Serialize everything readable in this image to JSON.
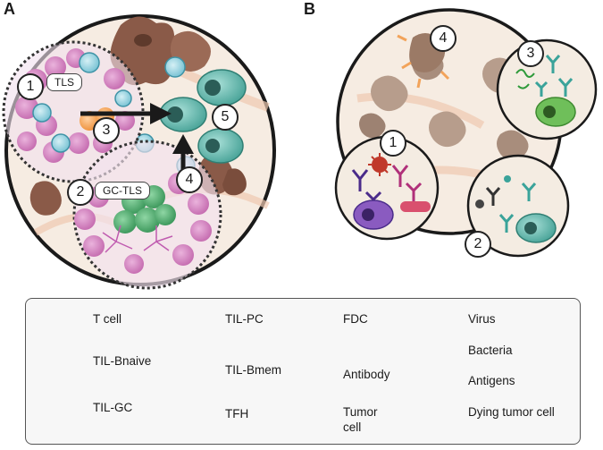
{
  "panels": {
    "a": {
      "letter": "A",
      "markers": [
        "1",
        "2",
        "3",
        "4",
        "5"
      ],
      "tls_tag": "TLS",
      "gc_tls_tag": "GC-TLS"
    },
    "b": {
      "letter": "B",
      "markers": [
        "1",
        "2",
        "3",
        "4"
      ]
    }
  },
  "legend": {
    "items": [
      {
        "label": "T cell",
        "icon": "t-cell-icon"
      },
      {
        "label": "TIL-Bnaive",
        "icon": "til-bnaive-icon"
      },
      {
        "label": "TIL-GC",
        "icon": "til-gc-icon"
      },
      {
        "label": "TIL-PC",
        "icon": "til-pc-icon"
      },
      {
        "label": "TIL-Bmem",
        "icon": "til-bmem-icon"
      },
      {
        "label": "TFH",
        "icon": "tfh-icon"
      },
      {
        "label": "FDC",
        "icon": "fdc-icon"
      },
      {
        "label": "Antibody",
        "icon": "antibody-icon"
      },
      {
        "label": "Tumor cell",
        "icon": "tumor-cell-icon"
      },
      {
        "label": "Virus",
        "icon": "virus-icon"
      },
      {
        "label": "Bacteria",
        "icon": "bacteria-icon"
      },
      {
        "label": "Antigens",
        "icon": "antigens-icon"
      },
      {
        "label": "Dying tumor cell",
        "icon": "dying-tumor-cell-icon"
      }
    ]
  },
  "colors": {
    "tissue": "#f6ece2",
    "bnaive": "#d98bc6",
    "tcell": "#f2a35a",
    "bmem": "#7ec8d8",
    "gc": "#5cb87a",
    "pc": "#5fb3a8",
    "tumor": "#8a5a48",
    "antibody": "#3aa39a",
    "virus": "#c0392b",
    "bacteria": "#d9506e",
    "fdc": "#c05cb0"
  }
}
